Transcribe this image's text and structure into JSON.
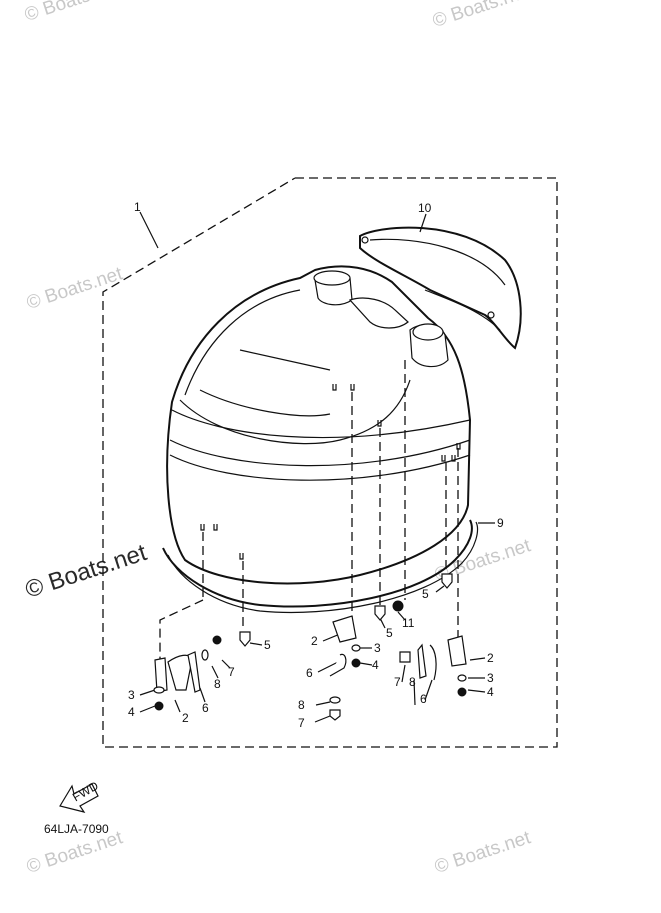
{
  "watermarks": {
    "top_left": "© Boats.net",
    "top_right": "© Boats.net",
    "upper_mid": "© Boats.net",
    "left_big": "© Boats.net",
    "mid_right": "© Boats.net",
    "lower_left": "© Boats.net",
    "lower_right": "© Boats.net"
  },
  "part_numbers": {
    "p1": "1",
    "p10": "10",
    "p9": "9",
    "p11": "11",
    "p5a": "5",
    "p5b": "5",
    "p5c": "5",
    "p2a": "2",
    "p2b": "2",
    "p2c": "2",
    "p3a": "3",
    "p3b": "3",
    "p3c": "3",
    "p4a": "4",
    "p4b": "4",
    "p4c": "4",
    "p6a": "6",
    "p6b": "6",
    "p6c": "6",
    "p7a": "7",
    "p7b": "7",
    "p7c": "7",
    "p8a": "8",
    "p8b": "8",
    "p8c": "8"
  },
  "fwd_label": "FWD",
  "diagram_code": "64LJA-7090",
  "icons": {
    "fwd": "fwd-arrow-icon"
  }
}
